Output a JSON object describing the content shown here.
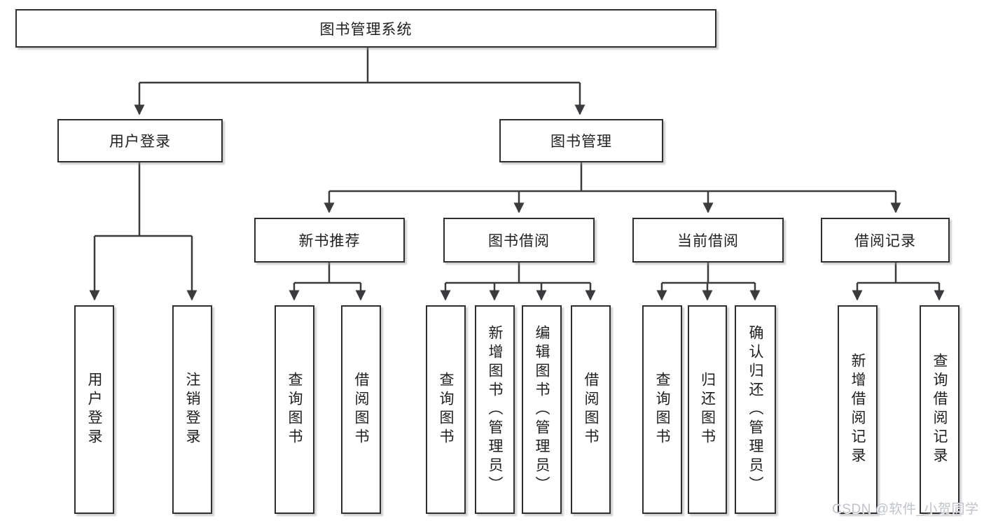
{
  "colors": {
    "line": "#3b3b3d",
    "box_border": "#2f2f31",
    "box_fill": "#ffffff",
    "text": "#1f1f1f",
    "watermark": "#bfc3c9",
    "background": "#ffffff"
  },
  "watermark": "CSDN @软件_小贺同学",
  "tree": {
    "label": "图书管理系统",
    "children": [
      {
        "label": "用户登录",
        "children": [
          {
            "label": "用户登录"
          },
          {
            "label": "注销登录"
          }
        ]
      },
      {
        "label": "图书管理",
        "children": [
          {
            "label": "新书推荐",
            "children": [
              {
                "label": "查询图书"
              },
              {
                "label": "借阅图书"
              }
            ]
          },
          {
            "label": "图书借阅",
            "children": [
              {
                "label": "查询图书"
              },
              {
                "label": "新增图书（管理员）"
              },
              {
                "label": "编辑图书（管理员）"
              },
              {
                "label": "借阅图书"
              }
            ]
          },
          {
            "label": "当前借阅",
            "children": [
              {
                "label": "查询图书"
              },
              {
                "label": "归还图书"
              },
              {
                "label": "确认归还（管理员）"
              }
            ]
          },
          {
            "label": "借阅记录",
            "children": [
              {
                "label": "新增借阅记录"
              },
              {
                "label": "查询借阅记录"
              }
            ]
          }
        ]
      }
    ]
  }
}
